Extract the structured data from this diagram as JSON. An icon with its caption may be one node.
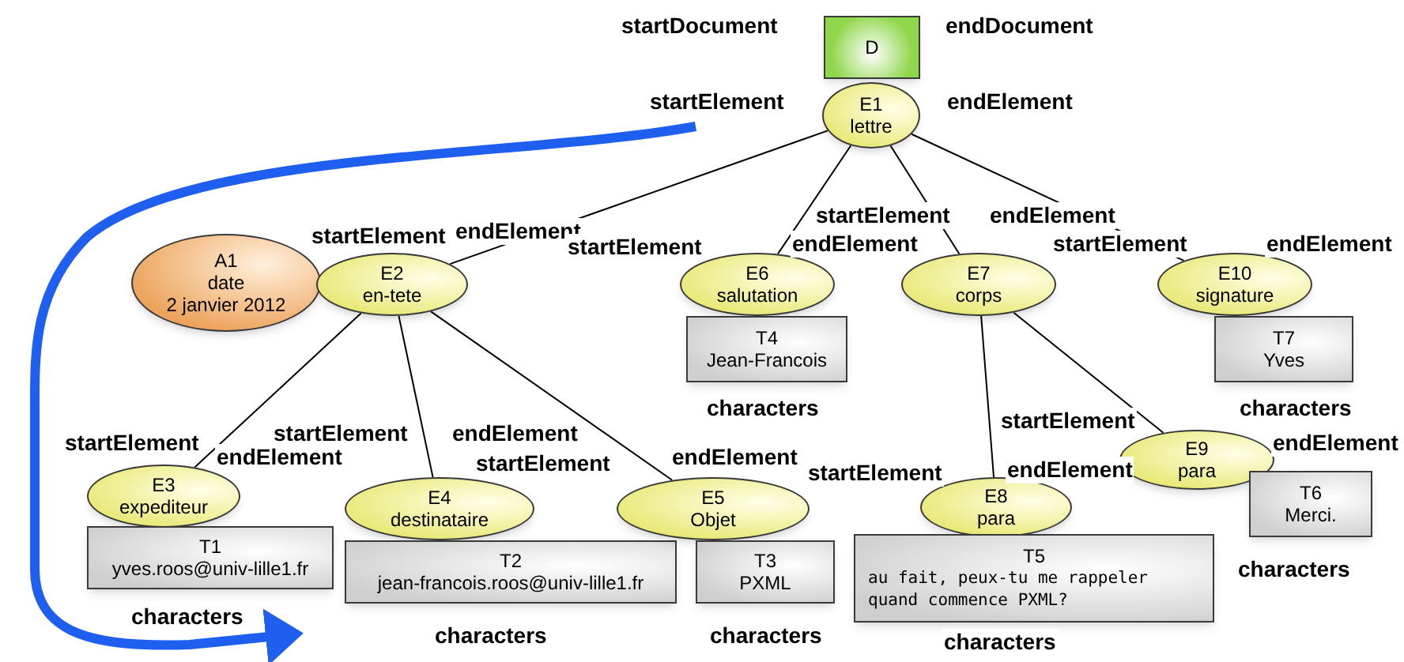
{
  "diagram": {
    "nodes": [
      {
        "text": [
          "D"
        ],
        "beside": [
          "startDocument",
          "endDocument"
        ]
      },
      {
        "text": [
          "E1",
          "lettre"
        ],
        "beside": [
          "startElement",
          "endElement"
        ]
      },
      {
        "text": [
          "A1",
          "date",
          "2 janvier 2012"
        ]
      },
      {
        "text": [
          "E2",
          "en-tete"
        ],
        "beside": [
          "startElement",
          "endElement"
        ]
      },
      {
        "text": [
          "E3",
          "expediteur"
        ],
        "beside": [
          "startElement",
          "endElement"
        ]
      },
      {
        "text": [
          "T1",
          "yves.roos@univ-lille1.fr"
        ],
        "beside": [
          "characters"
        ]
      },
      {
        "text": [
          "E4",
          "destinataire"
        ],
        "beside": [
          "startElement",
          "endElement"
        ]
      },
      {
        "text": [
          "T2",
          "jean-francois.roos@univ-lille1.fr"
        ],
        "beside": [
          "characters"
        ]
      },
      {
        "text": [
          "E5",
          "Objet"
        ],
        "beside": [
          "startElement",
          "endElement"
        ]
      },
      {
        "text": [
          "T3",
          "PXML"
        ],
        "beside": [
          "characters"
        ]
      },
      {
        "text": [
          "E6",
          "salutation"
        ],
        "beside": [
          "startElement",
          "endElement"
        ]
      },
      {
        "text": [
          "T4",
          "Jean-Francois"
        ],
        "beside": [
          "characters"
        ]
      },
      {
        "text": [
          "E7",
          "corps"
        ],
        "beside": [
          "startElement",
          "endElement"
        ]
      },
      {
        "text": [
          "E8",
          "para"
        ],
        "beside": [
          "startElement",
          "endElement"
        ]
      },
      {
        "text": [
          "T5",
          "au fait, peux-tu me rappeler quand commence PXML?"
        ],
        "beside": [
          "characters"
        ]
      },
      {
        "text": [
          "E9",
          "para"
        ],
        "beside": [
          "startElement",
          "endElement"
        ]
      },
      {
        "text": [
          "T6",
          "Merci."
        ],
        "beside": [
          "characters"
        ]
      },
      {
        "text": [
          "E10",
          "signature"
        ],
        "beside": [
          "startElement",
          "endElement"
        ]
      },
      {
        "text": [
          "T7",
          "Yves"
        ],
        "beside": [
          "characters"
        ]
      }
    ],
    "edges": [
      {
        "from": 1,
        "to": 3,
        "arrow": "none"
      },
      {
        "from": 1,
        "to": 10,
        "arrow": "none"
      },
      {
        "from": 1,
        "to": 12,
        "arrow": "none"
      },
      {
        "from": 1,
        "to": 17,
        "arrow": "none"
      },
      {
        "from": 3,
        "to": 4,
        "arrow": "none"
      },
      {
        "from": 3,
        "to": 6,
        "arrow": "none"
      },
      {
        "from": 3,
        "to": 8,
        "arrow": "none"
      },
      {
        "from": 12,
        "to": 13,
        "arrow": "none"
      },
      {
        "from": 12,
        "to": 15,
        "arrow": "none"
      }
    ]
  }
}
